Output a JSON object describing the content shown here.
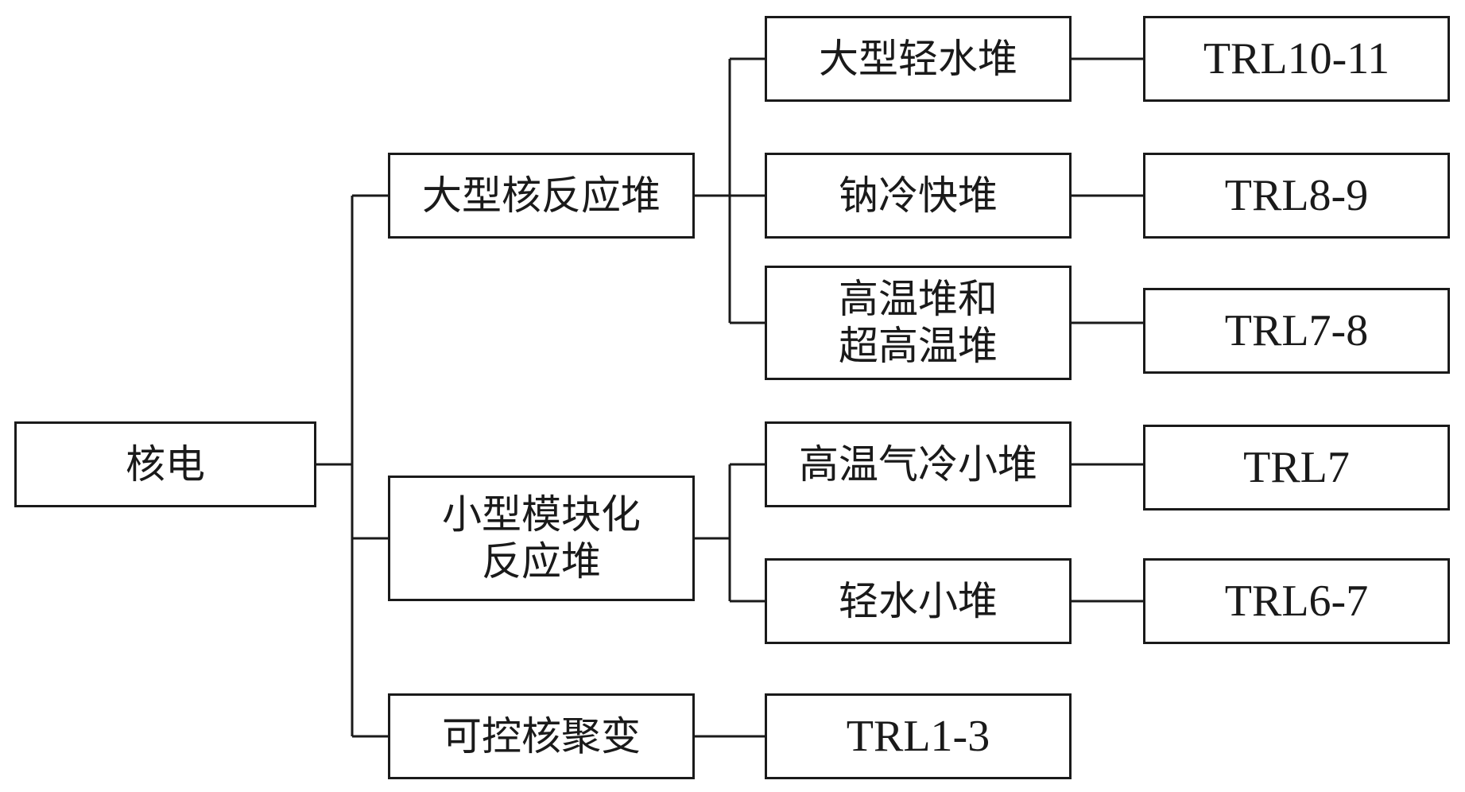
{
  "diagram": {
    "root": {
      "label": "核电"
    },
    "categories": [
      {
        "label": "大型核反应堆",
        "children": [
          {
            "label": "大型轻水堆",
            "trl": "TRL10-11"
          },
          {
            "label": "钠冷快堆",
            "trl": "TRL8-9"
          },
          {
            "label": "高温堆和\n超高温堆",
            "trl": "TRL7-8"
          }
        ]
      },
      {
        "label": "小型模块化\n反应堆",
        "children": [
          {
            "label": "高温气冷小堆",
            "trl": "TRL7"
          },
          {
            "label": "轻水小堆",
            "trl": "TRL6-7"
          }
        ]
      },
      {
        "label": "可控核聚变",
        "trl": "TRL1-3"
      }
    ],
    "colors": {
      "line": "#1a1a1a",
      "box_border": "#1a1a1a",
      "background": "#ffffff",
      "text": "#1a1a1a"
    }
  }
}
